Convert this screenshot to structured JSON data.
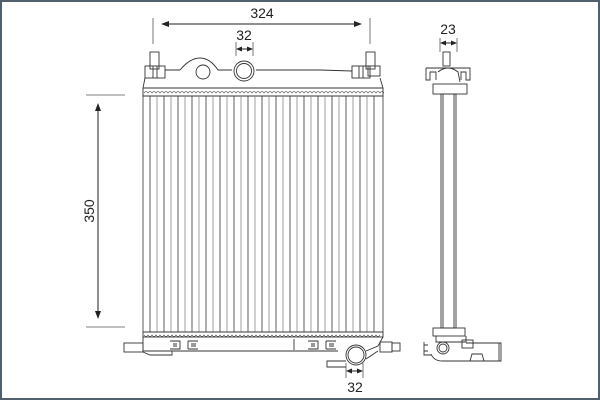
{
  "drawing": {
    "subject": "radiator technical drawing",
    "frame_color": "#4f5f6b",
    "line_color": "#333333",
    "views": [
      "front-view",
      "side-view"
    ]
  },
  "dimensions": {
    "width": "324",
    "height": "350",
    "depth": "23",
    "top_inlet_diameter": "32",
    "bottom_outlet_diameter": "32"
  }
}
